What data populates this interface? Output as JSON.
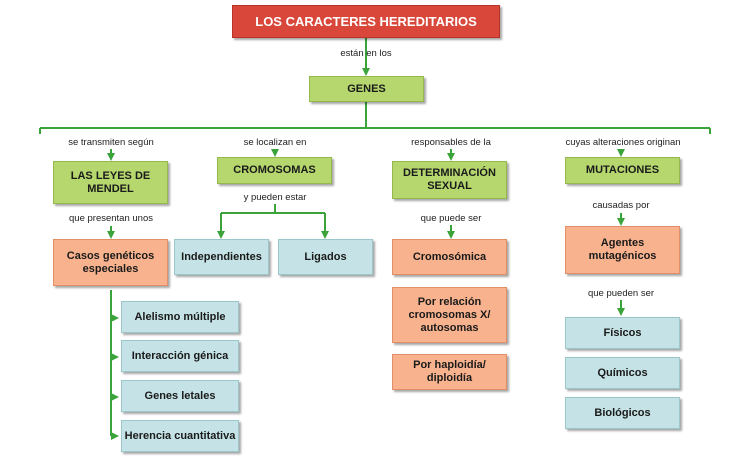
{
  "colors": {
    "title": "#d9473a",
    "main": "#b5d76e",
    "secondary": "#f8b38e",
    "leaf": "#c5e3e6",
    "connector": "#3aa33a"
  },
  "nodes": {
    "title": "LOS CARACTERES HEREDITARIOS",
    "genes": "GENES",
    "leyes": "LAS LEYES DE MENDEL",
    "cromosomas": "CROMOSOMAS",
    "determinacion": "DETERMINACIÓN SEXUAL",
    "mutaciones": "MUTACIONES",
    "casos": "Casos genéticos especiales",
    "independientes": "Independientes",
    "ligados": "Ligados",
    "cromosomica": "Cromosómica",
    "relacion": "Por relación cromosomas X/ autosomas",
    "haploidia": "Por haploidía/ diploidía",
    "agentes": "Agentes mutagénicos",
    "alelismo": "Alelismo múltiple",
    "interaccion": "Interacción génica",
    "letales": "Genes letales",
    "herencia": "Herencia cuantitativa",
    "fisicos": "Físicos",
    "quimicos": "Químicos",
    "biologicos": "Biológicos"
  },
  "links": {
    "estan": "están en los",
    "transmiten": "se transmiten según",
    "localizan": "se localizan en",
    "responsables": "responsables de la",
    "alteraciones": "cuyas alteraciones originan",
    "presentan": "que presentan unos",
    "pueden_estar": "y pueden estar",
    "puede_ser": "que puede ser",
    "causadas": "causadas por",
    "pueden_ser": "que pueden ser"
  }
}
